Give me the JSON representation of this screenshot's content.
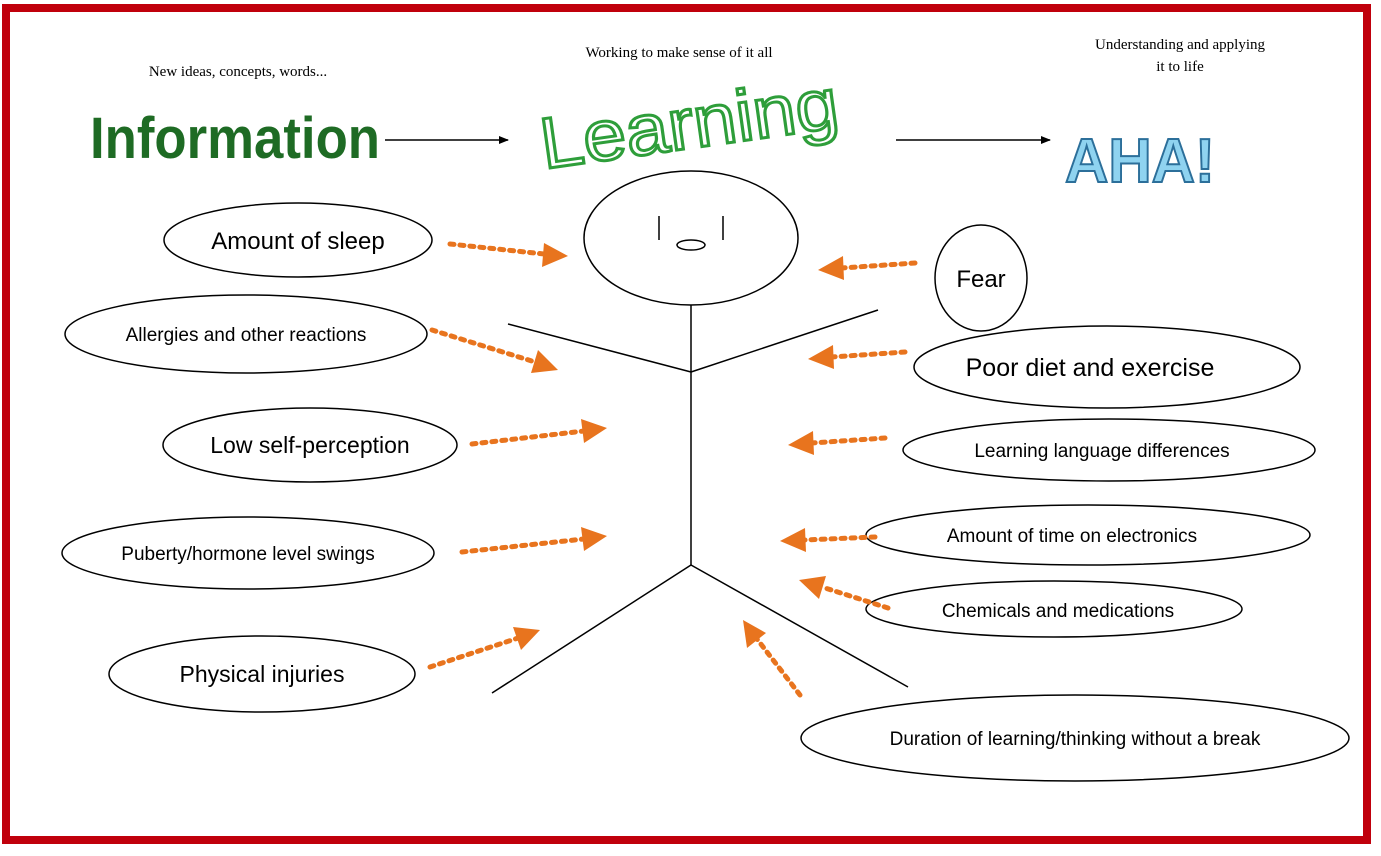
{
  "header": {
    "info_caption": "New ideas, concepts, words...",
    "info_title": "Information",
    "learning_caption": "Working to make sense of it all",
    "learning_title": "Learning",
    "aha_caption_line1": "Understanding and applying",
    "aha_caption_line2": "it to life",
    "aha_title": "AHA!"
  },
  "factors_left": [
    "Amount of sleep",
    "Allergies and other reactions",
    "Low self-perception",
    "Puberty/hormone level swings",
    "Physical injuries"
  ],
  "factors_right": [
    "Fear",
    "Poor diet and exercise",
    "Learning language differences",
    "Amount of time on electronics",
    "Chemicals and medications",
    "Duration of learning/thinking without a break"
  ],
  "colors": {
    "frame": "#c0000c",
    "arrow": "#e8741e",
    "information": "#1e6b24",
    "learning": "#2e9e3a",
    "aha_fill": "#8fd3f0",
    "aha_stroke": "#2c6f9a"
  }
}
